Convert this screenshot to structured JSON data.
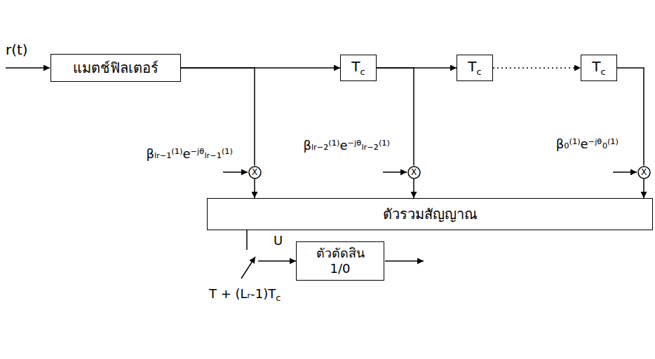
{
  "diagram": {
    "nodes": [
      {
        "text": [
          "แมตช์ฟิลเตอร์"
        ]
      },
      {
        "text": [
          "T",
          "c"
        ]
      },
      {
        "text": [
          "T",
          "c"
        ]
      },
      {
        "text": [
          "T",
          "c"
        ]
      },
      {
        "text": [
          "X"
        ]
      },
      {
        "text": [
          "X"
        ]
      },
      {
        "text": [
          "X"
        ]
      },
      {
        "text": [
          "ตัวรวมสัญญาณ"
        ]
      },
      {
        "text": [
          "ตัวตัดสิน",
          "1/0"
        ]
      }
    ],
    "edges": [
      {
        "from": 0,
        "to": 1,
        "arrow": "to"
      },
      {
        "from": 1,
        "to": 2,
        "arrow": "to"
      },
      {
        "from": 2,
        "to": 3,
        "arrow": "to"
      },
      {
        "from": 0,
        "to": 4,
        "arrow": "none"
      },
      {
        "from": 1,
        "to": 5,
        "arrow": "none"
      },
      {
        "from": 3,
        "to": 6,
        "arrow": "none"
      },
      {
        "from": 4,
        "to": 7,
        "arrow": "to"
      },
      {
        "from": 5,
        "to": 7,
        "arrow": "to"
      },
      {
        "from": 6,
        "to": 7,
        "arrow": "to"
      },
      {
        "from": 7,
        "to": 8,
        "arrow": "to"
      }
    ],
    "labels": [
      "r(t)",
      "βₗᵣ₋₁⁽¹⁾e⁻ʲᶿₗᵣ₋₁⁽¹⁾",
      "βₗᵣ₋₂⁽¹⁾e⁻ʲᶿₗᵣ₋₂⁽¹⁾",
      "β₀⁽¹⁾e⁻ʲᶿ₀⁽¹⁾",
      "U",
      "T + (Lᵣ-1)T",
      "c"
    ]
  }
}
